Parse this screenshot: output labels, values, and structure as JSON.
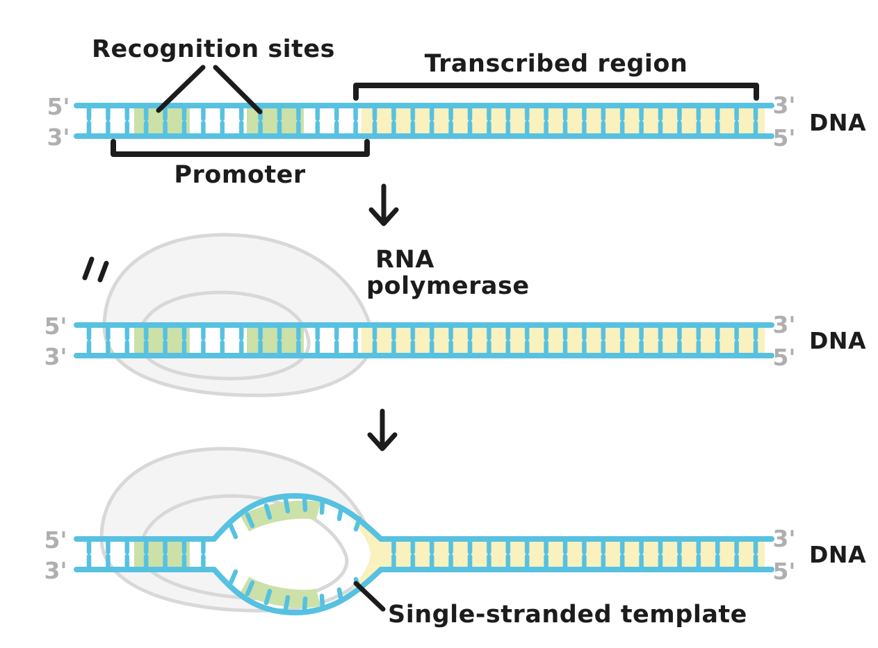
{
  "colors": {
    "background": "#FFFFFF",
    "strand_blue": "#56C1E1",
    "site_green": "#CBE1A8",
    "region_yellow": "#F9F1BE",
    "blob_fill": "#F4F4F4",
    "blob_stroke": "#D8D8D8",
    "label_grey": "#AFAFAF",
    "ink": "#1C1C1C"
  },
  "labels": {
    "recognition_sites": "Recognition sites",
    "transcribed_region": "Transcribed region",
    "promoter": "Promoter",
    "rna_polymerase_line1": "RNA",
    "rna_polymerase_line2": "polymerase",
    "single_stranded_template": "Single-stranded template",
    "dna": "DNA",
    "five_prime": "5'",
    "three_prime": "3'"
  }
}
